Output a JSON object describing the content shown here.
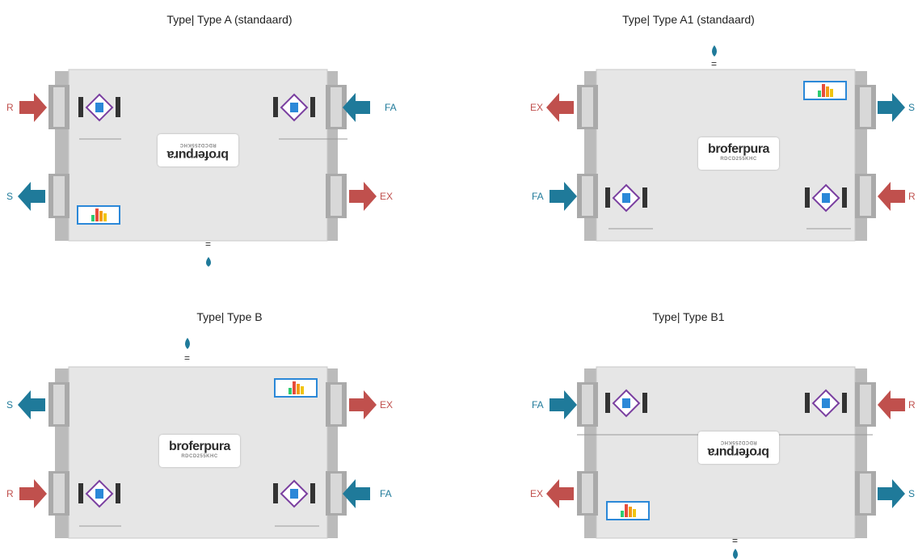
{
  "colors": {
    "return_red": "#c0504d",
    "fresh_blue": "#1f7a9a",
    "casing": "#e8e8e8",
    "drain_blue": "#1f7a9a"
  },
  "panels": [
    {
      "title": "Type| Type A (standaard)",
      "labels": {
        "top_left": "R",
        "top_right": "FA",
        "bottom_left": "S",
        "bottom_right": "EX"
      },
      "logo_brand": "broferpura",
      "logo_model": "RDCD255KHC",
      "drain_symbol": "="
    },
    {
      "title": "Type| Type A1 (standaard)",
      "labels": {
        "top_left": "EX",
        "top_right": "S",
        "bottom_left": "FA",
        "bottom_right": "R"
      },
      "logo_brand": "broferpura",
      "logo_model": "RDCD255KHC",
      "drain_symbol": "="
    },
    {
      "title": "Type| Type B",
      "labels": {
        "top_left": "S",
        "top_right": "EX",
        "bottom_left": "R",
        "bottom_right": "FA"
      },
      "logo_brand": "broferpura",
      "logo_model": "RDCD255KHC",
      "drain_symbol": "="
    },
    {
      "title": "Type| Type B1",
      "labels": {
        "top_left": "FA",
        "top_right": "R",
        "bottom_left": "EX",
        "bottom_right": "S"
      },
      "logo_brand": "broferpura",
      "logo_model": "RDCD255KHC",
      "drain_symbol": "="
    }
  ]
}
